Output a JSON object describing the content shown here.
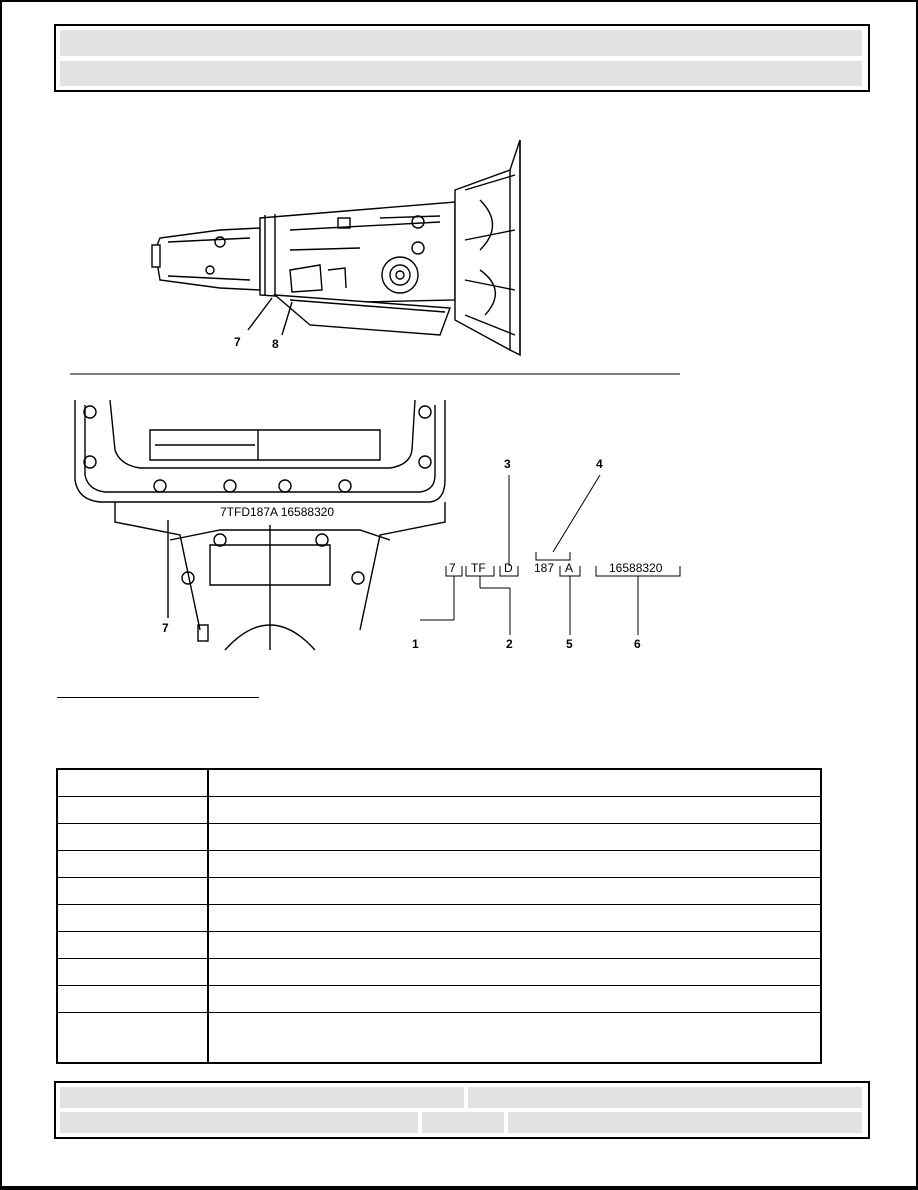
{
  "header": {
    "row1_text": "",
    "row2_text": ""
  },
  "figure": {
    "callouts": {
      "c1": "1",
      "c2": "2",
      "c3": "3",
      "c4": "4",
      "c5": "5",
      "c6": "6",
      "c7_top": "7",
      "c8_top": "8",
      "c7_bottom": "7"
    },
    "pan_stamp": "7TFD187A  16588320",
    "code_segments": {
      "model_year": "7",
      "plant": "TF",
      "shift": "D",
      "julian_date": "187",
      "model": "A",
      "part_number": "16588320"
    }
  },
  "legend": {
    "heading": "",
    "rows": [
      {
        "callout": "",
        "description": ""
      },
      {
        "callout": "",
        "description": ""
      },
      {
        "callout": "",
        "description": ""
      },
      {
        "callout": "",
        "description": ""
      },
      {
        "callout": "",
        "description": ""
      },
      {
        "callout": "",
        "description": ""
      },
      {
        "callout": "",
        "description": ""
      },
      {
        "callout": "",
        "description": ""
      },
      {
        "callout": "",
        "description": ""
      },
      {
        "callout": "",
        "description": ""
      }
    ]
  },
  "footer": {
    "left_top": "",
    "right_top": "",
    "left_bottom": "",
    "mid_bottom": "",
    "right_bottom": ""
  }
}
